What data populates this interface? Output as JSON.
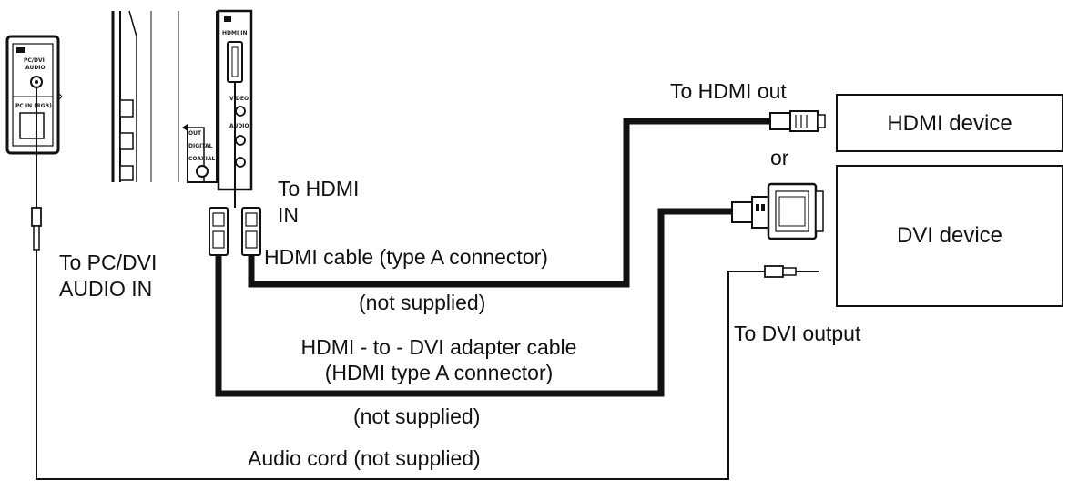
{
  "labels": {
    "to_hdmi_out": "To HDMI out",
    "or": "or",
    "to_hdmi_in_line1": "To HDMI",
    "to_hdmi_in_line2": "IN",
    "hdmi_cable": "HDMI cable (type A connector)",
    "hdmi_cable_not_supplied": "(not supplied)",
    "to_pc_dvi_audio_in_line1": "To PC/DVI",
    "to_pc_dvi_audio_in_line2": "AUDIO IN",
    "adapter_cable_line1": "HDMI - to - DVI adapter cable",
    "adapter_cable_line2": "(HDMI type A connector)",
    "adapter_not_supplied": "(not supplied)",
    "audio_cord": "Audio cord (not supplied)",
    "to_dvi_output": "To DVI output"
  },
  "devices": {
    "hdmi_device": "HDMI device",
    "dvi_device": "DVI device"
  },
  "panel_print": {
    "left_panel_top": "PC/DVI",
    "left_panel_mid": "AUDIO",
    "left_panel_row": "PC IN (RGB)",
    "right_panel_top": "HDMI IN",
    "right_panel_video": "VIDEO",
    "right_panel_audio": "AUDIO",
    "right_panel_out": "OUT",
    "right_panel_digital": "DIGITAL",
    "right_panel_coaxial": "COAXIAL"
  }
}
